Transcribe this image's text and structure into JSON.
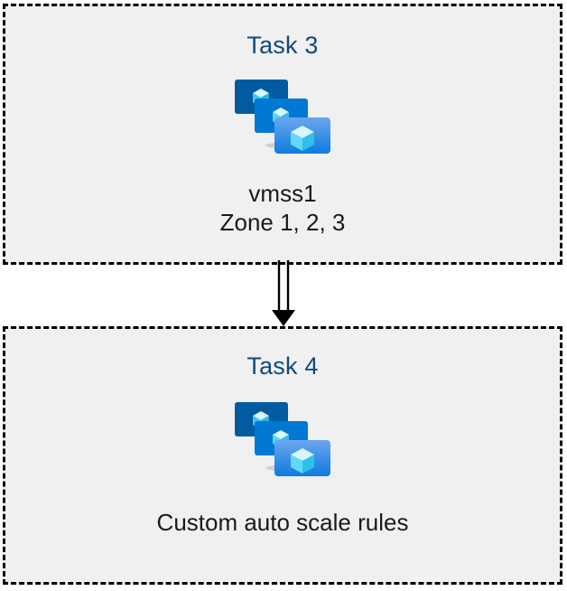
{
  "diagram": {
    "background_color": "#FFFFFF",
    "box_fill_color": "#F0F0F0",
    "box_border_color": "#000000",
    "title_color": "#12497B",
    "caption_color": "#1A1A1A",
    "connector": {
      "name": "double-line-arrow",
      "direction": "down",
      "color": "#000000",
      "from": "Task 3",
      "to": "Task 4"
    },
    "boxes": [
      {
        "id": "task-3",
        "title": "Task 3",
        "icon": "vm-scale-set-icon",
        "captions": [
          "vmss1",
          "Zone 1, 2, 3"
        ]
      },
      {
        "id": "task-4",
        "title": "Task 4",
        "icon": "vm-scale-set-icon",
        "captions": [
          "Custom auto scale rules"
        ]
      }
    ],
    "icon_colors": {
      "monitor_back": "#005BA1",
      "monitor_middle": "#0078D4",
      "monitor_front_top": "#5EA0EF",
      "monitor_front_bottom": "#0F7EE0",
      "stand": "#B3B3B3",
      "cube_light": "#C3F1FF",
      "cube_mid": "#9CEBFF",
      "cube_dark": "#32BEDD"
    }
  }
}
